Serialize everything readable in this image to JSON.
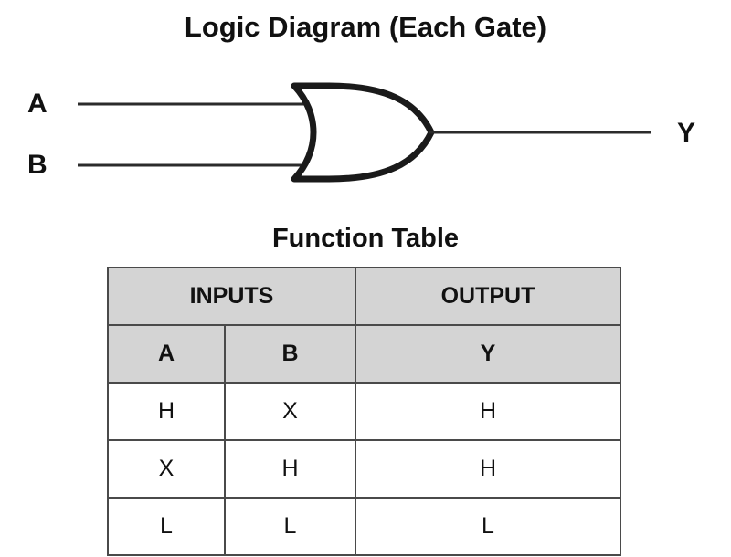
{
  "diagram": {
    "title": "Logic Diagram (Each Gate)",
    "gate_type": "or-gate",
    "inputs": [
      {
        "label": "A"
      },
      {
        "label": "B"
      }
    ],
    "output": {
      "label": "Y"
    }
  },
  "function_table": {
    "title": "Function Table",
    "group_headers": [
      {
        "label": "INPUTS",
        "span": 2
      },
      {
        "label": "OUTPUT",
        "span": 1
      }
    ],
    "column_headers": [
      "A",
      "B",
      "Y"
    ],
    "rows": [
      [
        "H",
        "X",
        "H"
      ],
      [
        "X",
        "H",
        "H"
      ],
      [
        "L",
        "L",
        "L"
      ]
    ]
  },
  "colors": {
    "ink": "#111111",
    "line": "#2b2b2b",
    "border": "#4a4a4a",
    "header_fill": "#d4d4d4",
    "cell_fill": "#ffffff",
    "page_background": "#ffffff"
  }
}
